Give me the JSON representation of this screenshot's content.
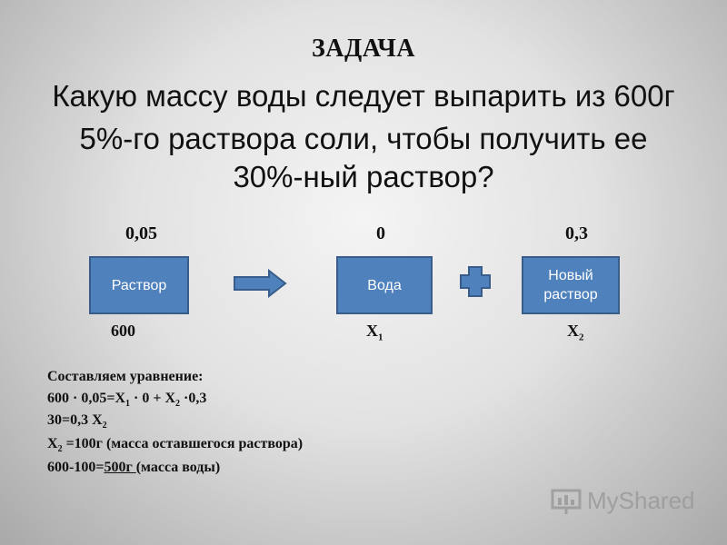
{
  "slide": {
    "title": "ЗАДАЧА",
    "question_lines": [
      "Какую массу воды следует выпарить из 600г",
      "5%-го  раствора соли, чтобы получить ее",
      "30%-ный раствор?"
    ]
  },
  "diagram": {
    "coefficients": [
      "0,05",
      "0",
      "0,3"
    ],
    "boxes": [
      "Раствор",
      "Вода",
      "Новый раствор"
    ],
    "masses": {
      "first": "600",
      "second_base": "X",
      "second_sub": "1",
      "third_base": "X",
      "third_sub": "2"
    },
    "colors": {
      "box_fill": "#4f81bd",
      "box_border": "#385d8a"
    },
    "icons": [
      "right-arrow-icon",
      "plus-icon"
    ]
  },
  "solution": {
    "heading": "Составляем уравнение:",
    "line1_a": "600 · 0,05=X",
    "line1_sub1": "1",
    "line1_b": " · 0 + X",
    "line1_sub2": "2",
    "line1_c": " ·0,3",
    "line2_a": "30=0,3 X",
    "line2_sub": "2",
    "line3_a": "X",
    "line3_sub": "2",
    "line3_b": " =100г (масса оставшегося раствора)",
    "line4_a": "600-100=",
    "line4_underlined": "500г ",
    "line4_b": "(масса воды)"
  },
  "watermark": {
    "text": "MyShared",
    "icon": "presentation-board-icon"
  }
}
